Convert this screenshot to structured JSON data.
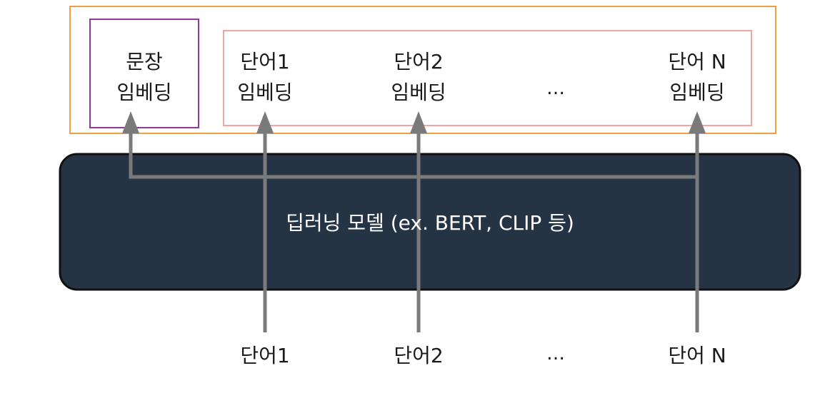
{
  "diagram": {
    "sentence_embedding": {
      "line1": "문장",
      "line2": "임베딩"
    },
    "word_embeddings": [
      {
        "line1": "단어1",
        "line2": "임베딩"
      },
      {
        "line1": "단어2",
        "line2": "임베딩"
      },
      {
        "line1": "단어 N",
        "line2": "임베딩"
      }
    ],
    "embedding_ellipsis": "…",
    "model_label": "딥러닝 모델 (ex. BERT, CLIP 등)",
    "inputs": [
      "단어1",
      "단어2",
      "단어 N"
    ],
    "input_ellipsis": "…",
    "colors": {
      "outer_box": "#f0a040",
      "sentence_box": "#8e3a96",
      "word_group_box": "#f4a3a3",
      "model_fill": "#253445",
      "model_stroke": "#111111",
      "arrow": "#7a7a7a"
    }
  }
}
